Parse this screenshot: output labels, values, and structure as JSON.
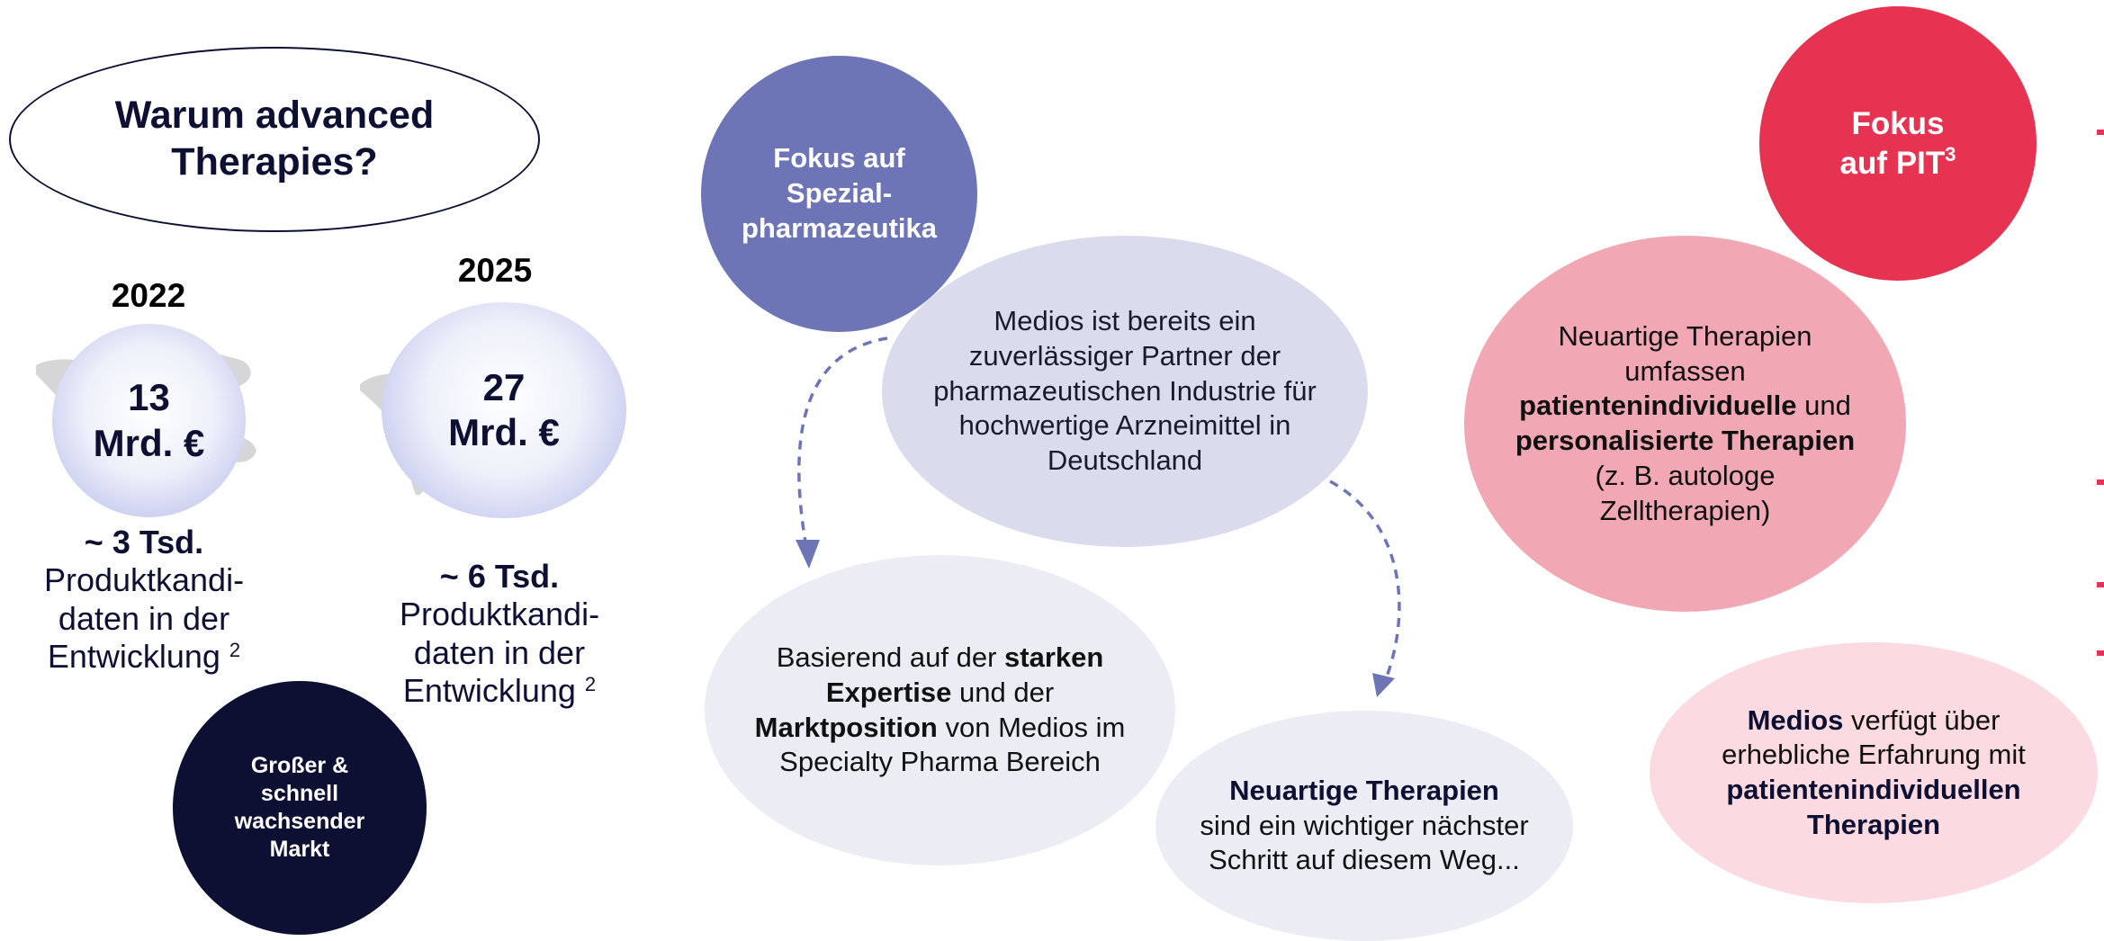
{
  "left": {
    "title": "Warum advanced Therapies?",
    "market_2022": {
      "year": "2022",
      "value_line1": "13",
      "value_line2": "Mrd. €",
      "candidates_number": "~ 3 Tsd.",
      "candidates_line1": "Produktkandi-",
      "candidates_line2": "daten in der",
      "candidates_line3": "Entwicklung",
      "footnote": "2"
    },
    "market_2025": {
      "year": "2025",
      "value_line1": "27",
      "value_line2": "Mrd. €",
      "candidates_number": "~ 6 Tsd.",
      "candidates_line1": "Produktkandi-",
      "candidates_line2": "daten in der",
      "candidates_line3": "Entwicklung",
      "footnote": "2"
    },
    "growth_label_line1": "Großer &",
    "growth_label_line2": "schnell",
    "growth_label_line3": "wachsender",
    "growth_label_line4": "Markt"
  },
  "middle": {
    "focus_line1": "Fokus auf",
    "focus_line2": "Spezial-",
    "focus_line3": "pharmazeutika",
    "partner_text": "Medios ist bereits ein zuverlässiger Partner der pharmazeutischen Industrie für hochwertige Arzneimittel in Deutschland",
    "basis_pre": "Basierend auf der ",
    "basis_bold1": "starken Expertise",
    "basis_mid": " und der ",
    "basis_bold2": "Marktposition",
    "basis_post": " von Medios im Specialty Pharma Bereich",
    "next_bold": "Neuartige Therapien",
    "next_rest": "sind ein wichtiger nächster Schritt auf diesem Weg..."
  },
  "right": {
    "pit_line1": "Fokus",
    "pit_line2": "auf PIT",
    "pit_sup": "3",
    "therapies_pre": "Neuartige Therapien umfassen ",
    "therapies_bold1": "patientenindividuelle",
    "therapies_mid": " und ",
    "therapies_bold2": "personalisierte Therapien",
    "therapies_post": " (z. B. autologe Zelltherapien)",
    "exp_bold1": "Medios",
    "exp_mid": " verfügt über erhebliche Erfahrung mit ",
    "exp_bold2": "patientenindividuellen Therapien"
  },
  "colors": {
    "navy": "#0d1033",
    "purple": "#6e75b6",
    "red": "#e63352",
    "pink": "#f2a8b4",
    "light_pink": "#fbdbe1",
    "lavender": "#dadcee"
  }
}
